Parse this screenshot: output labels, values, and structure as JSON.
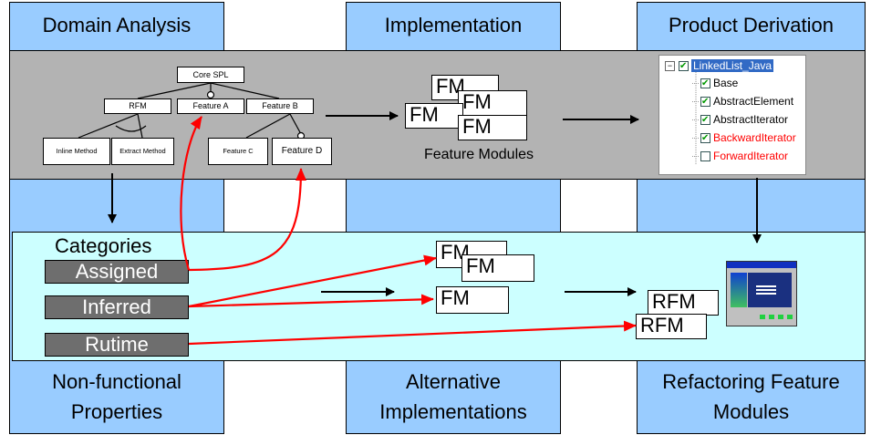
{
  "columns": {
    "domain_analysis": "Domain Analysis",
    "implementation": "Implementation",
    "product_derivation": "Product Derivation",
    "nonfunctional_1": "Non-functional",
    "nonfunctional_2": "Properties",
    "alternative_1": "Alternative",
    "alternative_2": "Implementations",
    "refactoring_1": "Refactoring Feature",
    "refactoring_2": "Modules"
  },
  "feature_model": {
    "root": "Core SPL",
    "rfm": "RFM",
    "feature_a": "Feature A",
    "feature_b": "Feature B",
    "inline_method": "Inline Method",
    "extract_method": "Extract Method",
    "feature_c": "Feature C",
    "feature_d": "Feature D"
  },
  "modules": {
    "fm": "FM",
    "caption": "Feature Modules",
    "rfm": "RFM"
  },
  "tree": {
    "root": "LinkedList_Java",
    "items": [
      {
        "label": "Base",
        "checked": true,
        "color": "#000000"
      },
      {
        "label": "AbstractElement",
        "checked": true,
        "color": "#000000"
      },
      {
        "label": "AbstractIterator",
        "checked": true,
        "color": "#000000"
      },
      {
        "label": "BackwardIterator",
        "checked": true,
        "color": "#ff0000"
      },
      {
        "label": "ForwardIterator",
        "checked": false,
        "color": "#ff0000"
      }
    ]
  },
  "categories": {
    "title": "Categories",
    "assigned": "Assigned",
    "inferred": "Inferred",
    "runtime": "Rutime"
  },
  "colors": {
    "column": "#99ccff",
    "top_band": "#b3b3b3",
    "bottom_band": "#ccffff",
    "category": "#6e6e6e",
    "arrow_red": "#ff0000",
    "arrow_black": "#000000"
  }
}
